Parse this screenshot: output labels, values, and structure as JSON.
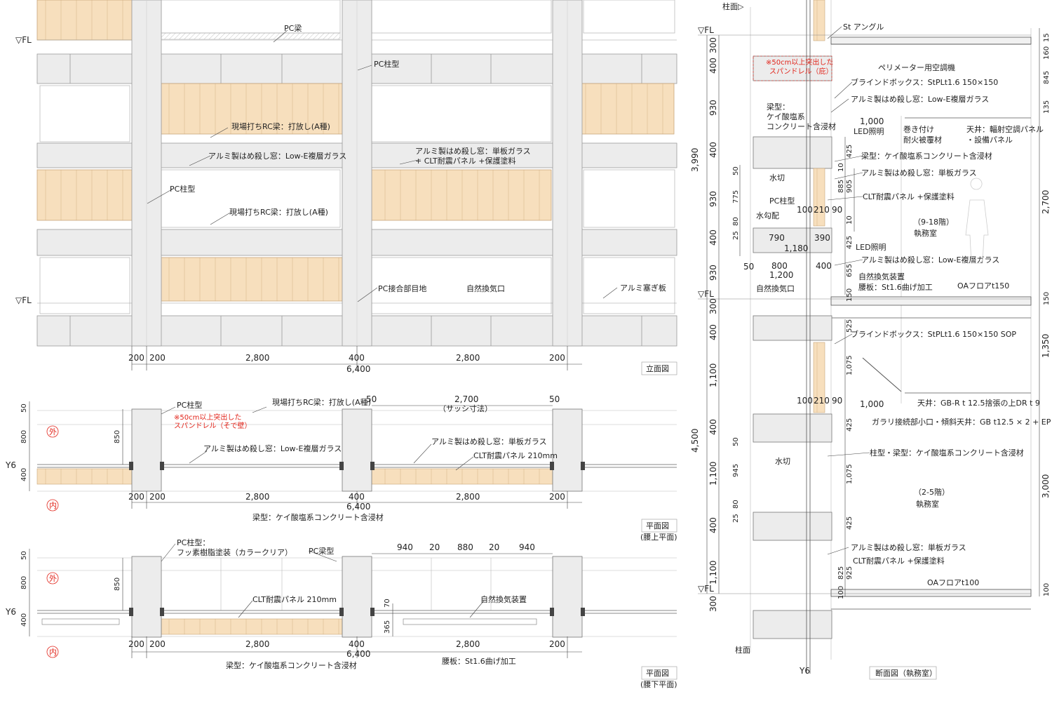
{
  "elevation": {
    "title": "立面図",
    "fl": "▽FL",
    "labels": {
      "pc_beam": "PC梁",
      "pc_col_form_1": "PC柱型",
      "rc_beam_1": "現場打ちRC梁：打放し(A種)",
      "alu_window_lowe": "アルミ製はめ殺し窓：Low-E複層ガラス",
      "alu_window_single_1": "アルミ製はめ殺し窓：単板ガラス",
      "alu_window_single_2": "+ CLT耐震パネル +保護塗料",
      "pc_col_form_2": "PC柱型",
      "rc_beam_2": "現場打ちRC梁：打放し(A種)",
      "pc_joint": "PC接合部目地",
      "natural_vent": "自然換気口",
      "alu_plug": "アルミ塞ぎ板"
    },
    "dims": [
      "200",
      "200",
      "2,800",
      "400",
      "2,800",
      "200"
    ],
    "total": "6,400"
  },
  "plan_upper": {
    "title_1": "平面図",
    "title_2": "(腰上平面)",
    "outside": "外",
    "inside": "内",
    "axis": "Y6",
    "labels": {
      "pc_col": "PC柱型",
      "red_1": "※50cm以上突出した",
      "red_2": "スパンドレル（そで壁）",
      "rc_beam": "現場打ちRC梁：打放し(A種)",
      "sash_dim": "2,700",
      "sash_note": "（サッシ寸法）",
      "lowe": "アルミ製はめ殺し窓：Low-E複層ガラス",
      "single": "アルミ製はめ殺し窓：単板ガラス",
      "clt": "CLT耐震パネル 210mm",
      "beam_form": "梁型：ケイ酸塩系コンクリート含浸材"
    },
    "vdims": [
      "50",
      "800",
      "400",
      "850"
    ],
    "hdims": [
      "50",
      "50"
    ],
    "dims": [
      "200",
      "200",
      "2,800",
      "400",
      "2,800",
      "200"
    ],
    "total": "6,400"
  },
  "plan_lower": {
    "title_1": "平面図",
    "title_2": "(腰下平面)",
    "outside": "外",
    "inside": "内",
    "axis": "Y6",
    "labels": {
      "pc_col_1": "PC柱型：",
      "pc_col_2": "フッ素樹脂塗装（カラークリア）",
      "pc_beam_form": "PC梁型",
      "clt": "CLT耐震パネル 210mm",
      "vent_device": "自然換気装置",
      "beam_form": "梁型：ケイ酸塩系コンクリート含浸材",
      "skirt": "腰板：St1.6曲げ加工"
    },
    "vdims": [
      "50",
      "800",
      "400",
      "850",
      "70",
      "365"
    ],
    "topdims": [
      "940",
      "20",
      "880",
      "20",
      "940"
    ],
    "dims": [
      "200",
      "200",
      "2,800",
      "400",
      "2,800",
      "200"
    ],
    "total": "6,400"
  },
  "section": {
    "title": "断面図（執務室）",
    "col_face_top": "柱面▷",
    "col_face_bottom": "柱面",
    "axis": "Y6",
    "fl": "▽FL",
    "labels": {
      "st_angle": "St アングル",
      "red_1": "※50cm以上突出した",
      "red_2": "スパンドレル（庇）",
      "perimeter_ac": "ペリメーター用空調機",
      "blind_box_1": "ブラインドボックス：StPLt1.6 150×150",
      "lowe_1": "アルミ製はめ殺し窓：Low-E複層ガラス",
      "beam_form_a1": "梁型：",
      "beam_form_a2": "ケイ酸塩系",
      "beam_form_a3": "コンクリート含浸材",
      "dim_1000_a": "1,000",
      "wrap_1": "巻き付け",
      "wrap_2": "耐火被覆材",
      "ceiling_1": "天井：輻射空調パネル",
      "ceiling_2": "・設備パネル",
      "led_1": "LED照明",
      "beam_form_b": "梁型：ケイ酸塩系コンクリート含浸材",
      "single_1": "アルミ製はめ殺し窓：単板ガラス",
      "drip_1": "水切",
      "clt_1": "CLT耐震パネル +保護塗料",
      "pc_col": "PC柱型",
      "water_slope": "水勾配",
      "floor_9_18_1": "（9-18階）",
      "floor_9_18_2": "執務室",
      "led_2": "LED照明",
      "lowe_2": "アルミ製はめ殺し窓：Low-E複層ガラス",
      "vent_device": "自然換気装置",
      "skirt": "腰板：St1.6曲げ加工",
      "oa_150": "OAフロアt150",
      "natural_vent": "自然換気口",
      "blind_box_2": "ブラインドボックス：StPLt1.6 150×150 SOP",
      "dim_1000_b": "1,000",
      "ceiling_gb": "天井：GB-R t 12.5捨張の上DR t 9",
      "gallery": "ガラリ接続部小口・傾斜天井：GB t12.5 × 2 + EP",
      "drip_2": "水切",
      "col_beam_form": "柱型・梁型：ケイ酸塩系コンクリート含浸材",
      "floor_2_5_1": "（2-5階）",
      "floor_2_5_2": "執務室",
      "single_2": "アルミ製はめ殺し窓：単板ガラス",
      "clt_2": "CLT耐震パネル +保護塗料",
      "oa_100": "OAフロアt100"
    },
    "left_dims": [
      "300",
      "400",
      "930",
      "400",
      "930",
      "400",
      "930",
      "300",
      "400",
      "1,100",
      "400",
      "1,100",
      "400",
      "1,100",
      "300"
    ],
    "left_small": [
      "50",
      "775",
      "80",
      "25",
      "50",
      "945",
      "80",
      "25"
    ],
    "totals": [
      "3,990",
      "4,500"
    ],
    "inner_dims": [
      "100",
      "210",
      "90",
      "790",
      "390",
      "1,180",
      "50",
      "800",
      "400",
      "1,200",
      "100",
      "210",
      "90"
    ],
    "vert_inner": [
      "10",
      "425",
      "885",
      "905",
      "10",
      "425",
      "655",
      "150",
      "525",
      "1,075",
      "425",
      "1,075",
      "425",
      "825",
      "925",
      "100"
    ],
    "right_dims": [
      "160",
      "15",
      "845",
      "135",
      "2,700",
      "150",
      "1,350",
      "3,000",
      "100"
    ]
  }
}
